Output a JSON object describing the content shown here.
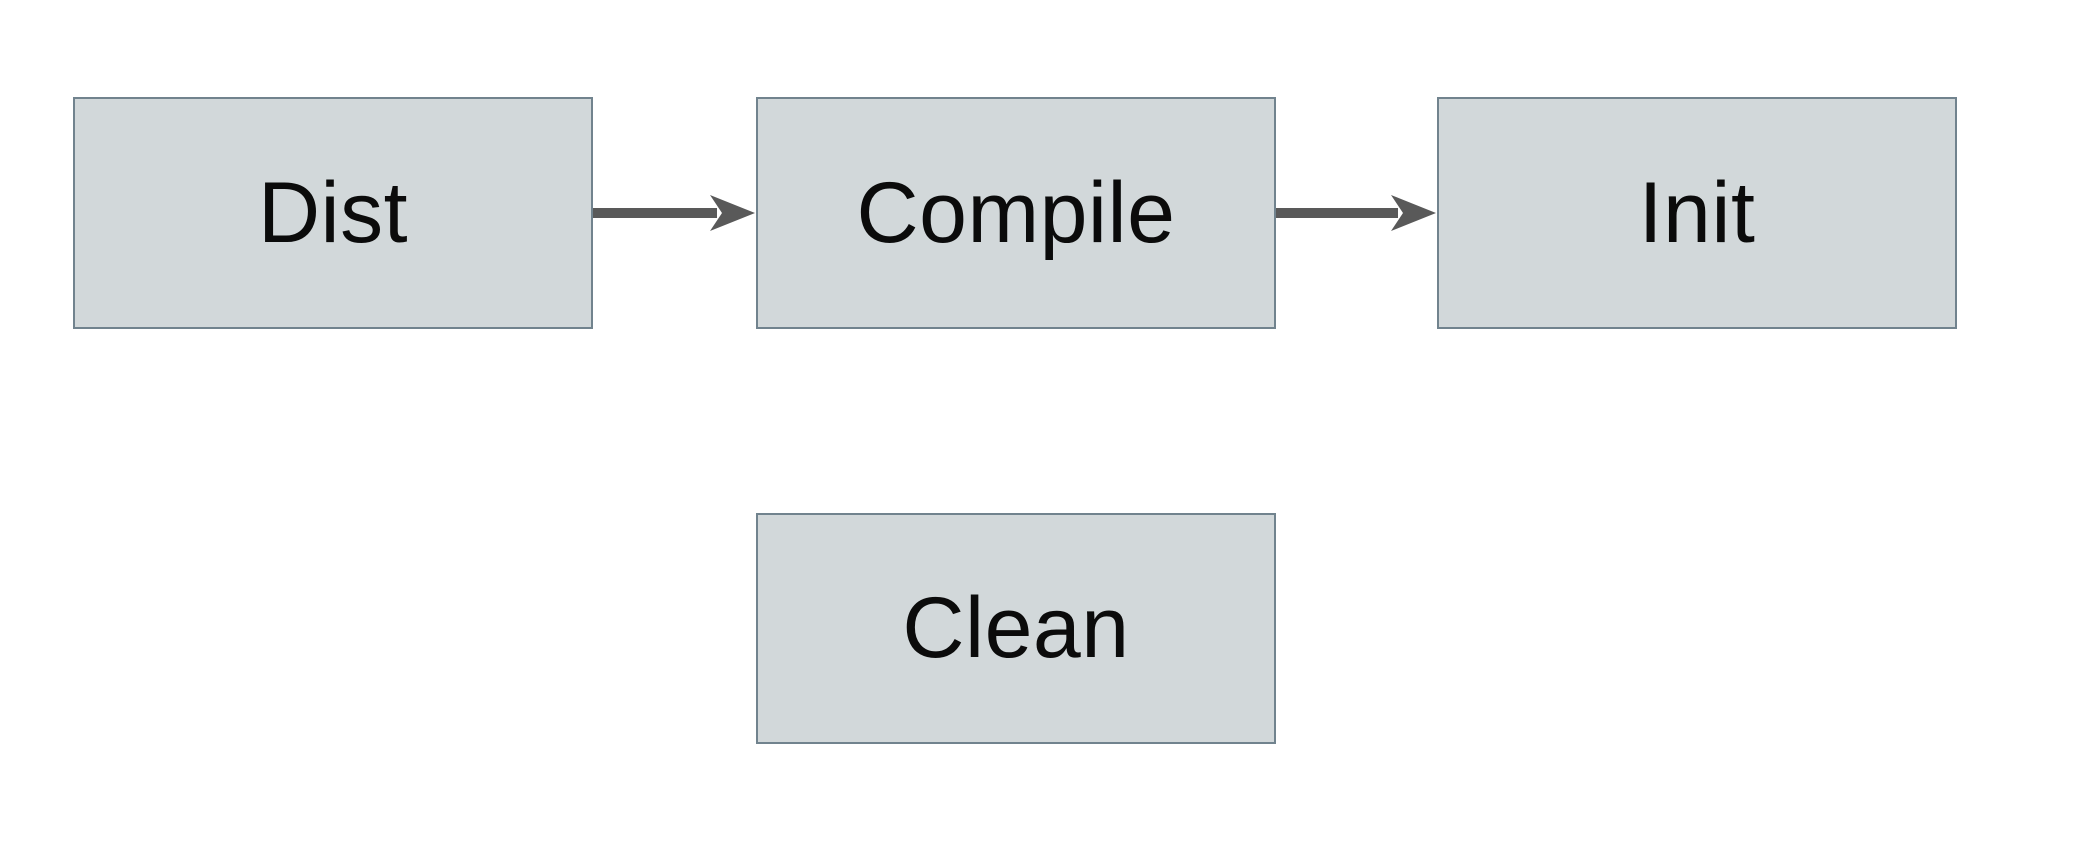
{
  "diagram": {
    "title": "build-targets-flowchart",
    "nodes": [
      {
        "id": "dist",
        "label": "Dist"
      },
      {
        "id": "compile",
        "label": "Compile"
      },
      {
        "id": "init",
        "label": "Init"
      },
      {
        "id": "clean",
        "label": "Clean"
      }
    ],
    "edges": [
      {
        "from": "dist",
        "to": "compile",
        "type": "arrow"
      },
      {
        "from": "compile",
        "to": "init",
        "type": "arrow"
      }
    ],
    "colors": {
      "node_fill": "#d2d8da",
      "node_border": "#71838e",
      "arrow": "#595959",
      "text": "#0b0b0b",
      "background": "#ffffff"
    }
  }
}
